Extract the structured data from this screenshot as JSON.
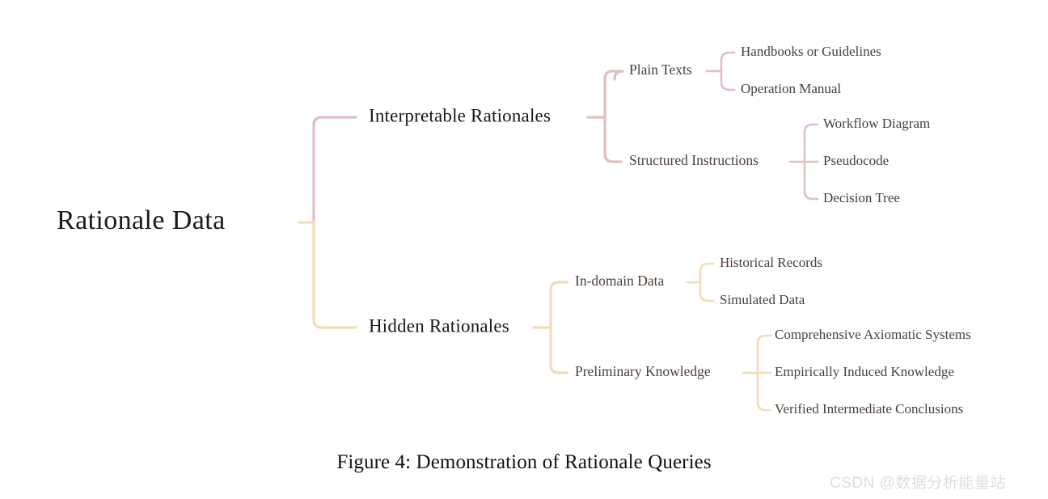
{
  "figure": {
    "caption": "Figure 4: Demonstration of Rationale Queries",
    "watermark": "CSDN @数据分析能量站",
    "background_color": "#ffffff"
  },
  "colors": {
    "branch_interpretable": "#e0bfbf",
    "branch_hidden": "#f2dcb9",
    "root_text": "#1a1a1a",
    "level1_text": "#15181c",
    "level2_text": "#4d3f39",
    "leaf_text": "#4a3f3a",
    "caption_text": "#121212",
    "watermark_text": "#dedede"
  },
  "mindmap": {
    "type": "tree",
    "root": {
      "label": "Rationale Data",
      "level": 0
    },
    "branches": [
      {
        "label": "Interpretable Rationales",
        "color": "#e0bfbf",
        "children": [
          {
            "label": "Plain Texts",
            "children": [
              {
                "label": "Handbooks or Guidelines"
              },
              {
                "label": "Operation Manual"
              }
            ]
          },
          {
            "label": "Structured Instructions",
            "children": [
              {
                "label": "Workflow Diagram"
              },
              {
                "label": "Pseudocode"
              },
              {
                "label": "Decision Tree"
              }
            ]
          }
        ]
      },
      {
        "label": "Hidden Rationales",
        "color": "#f2dcb9",
        "children": [
          {
            "label": "In-domain Data",
            "children": [
              {
                "label": "Historical Records"
              },
              {
                "label": "Simulated Data"
              }
            ]
          },
          {
            "label": "Preliminary Knowledge",
            "children": [
              {
                "label": "Comprehensive Axiomatic Systems"
              },
              {
                "label": "Empirically Induced Knowledge"
              },
              {
                "label": "Verified Intermediate Conclusions"
              }
            ]
          }
        ]
      }
    ]
  }
}
